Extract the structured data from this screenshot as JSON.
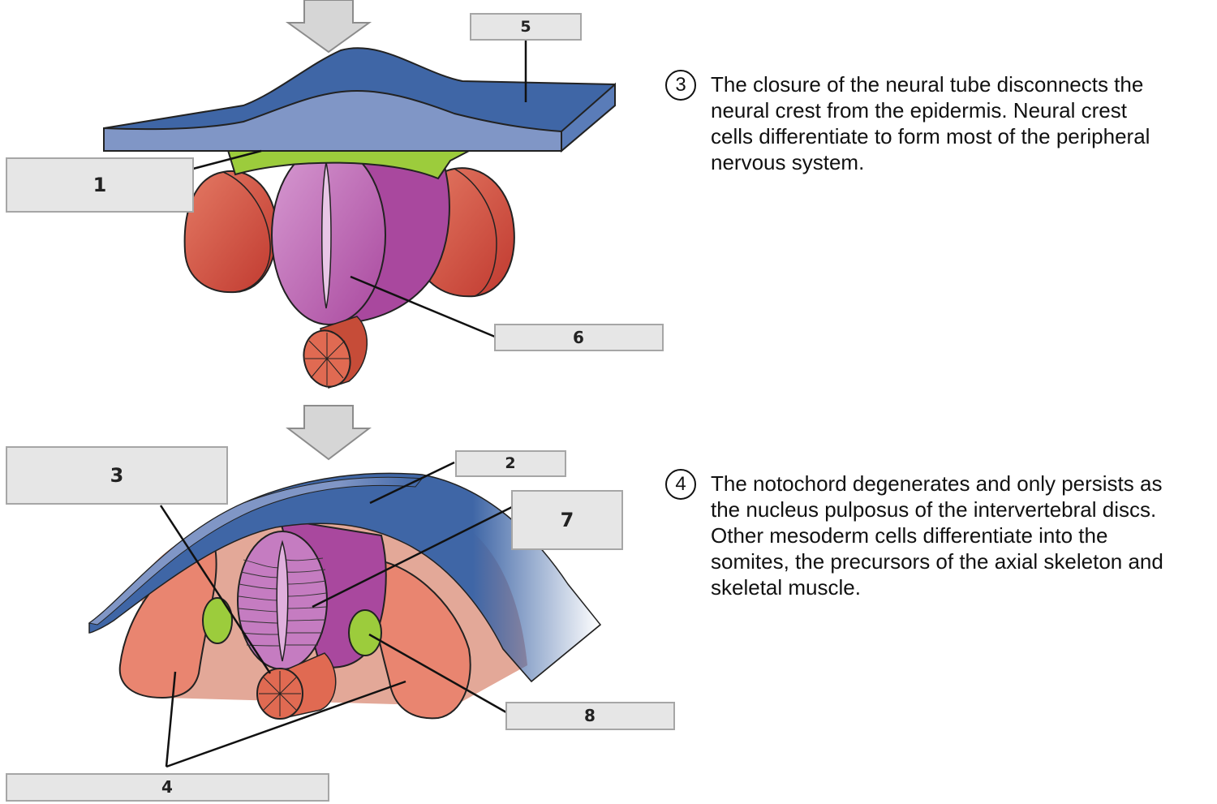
{
  "labels": {
    "l1": "1",
    "l2": "2",
    "l3": "3",
    "l4": "4",
    "l5": "5",
    "l6": "6",
    "l7": "7",
    "l8": "8"
  },
  "steps": [
    {
      "number": "3",
      "text": "The closure of the neural tube disconnects the\nneural crest from the epidermis. Neural crest\ncells differentiate to form most of the peripheral\nnervous system."
    },
    {
      "number": "4",
      "text": "The notochord degenerates and only persists as\nthe nucleus pulposus of the intervertebral discs.\nOther mesoderm cells differentiate into the\nsomites, the precursors of the axial skeleton and\nskeletal muscle."
    }
  ],
  "colors": {
    "epidermis": "#3f66a6",
    "epidermis_light": "#8096c6",
    "neural_crest": "#9ccc3c",
    "neural_tube": "#a94aa0",
    "neural_tube_light": "#d49ad0",
    "somite": "#cc4a3c",
    "somite_light": "#e98570",
    "notochord": "#d4553f",
    "mesoderm_bg": "#e3a898",
    "arrow": "#d6d6d6"
  }
}
